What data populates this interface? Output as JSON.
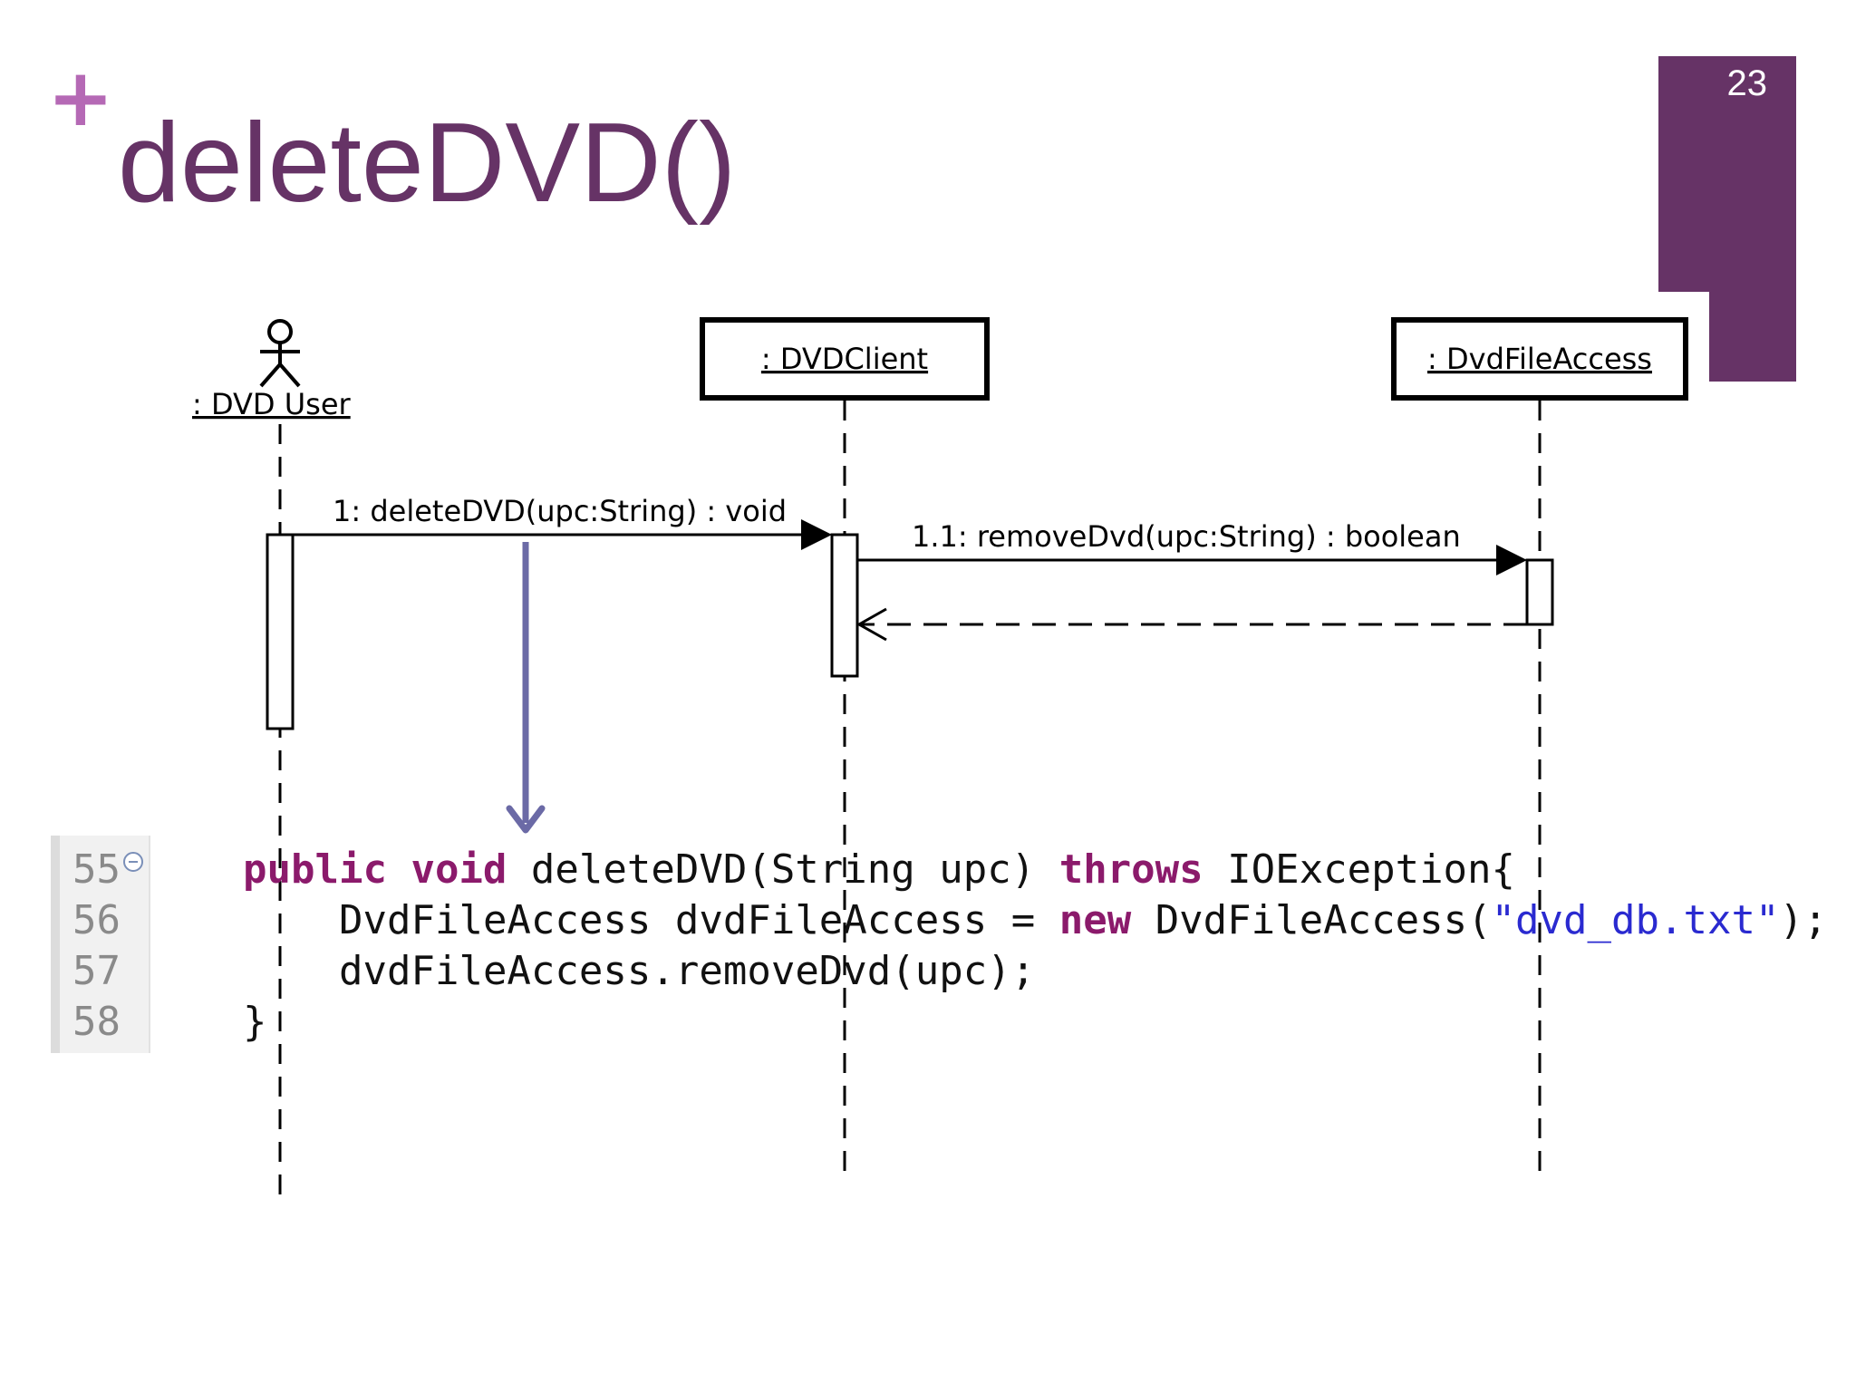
{
  "slide": {
    "plus_symbol": "+",
    "title": "deleteDVD()",
    "page_number": "23"
  },
  "colors": {
    "accent": "#663366",
    "plus": "#b569b5",
    "arrow": "#6b6aa6",
    "keyword": "#8b1a6b",
    "string": "#2a2ad0"
  },
  "diagram": {
    "actor": {
      "label": ": DVD User",
      "icon": "stick-figure-icon"
    },
    "lifelines": [
      {
        "label": ": DVDClient"
      },
      {
        "label": ": DvdFileAccess"
      }
    ],
    "messages": [
      {
        "label": "1: deleteDVD(upc:String) : void",
        "kind": "synchronous"
      },
      {
        "label": "1.1: removeDvd(upc:String) : boolean",
        "kind": "synchronous"
      },
      {
        "label": "",
        "kind": "return"
      }
    ]
  },
  "code": {
    "lines": [
      {
        "number": "55",
        "tokens": [
          {
            "t": "public",
            "k": "kw"
          },
          {
            "t": " ",
            "k": ""
          },
          {
            "t": "void",
            "k": "kw"
          },
          {
            "t": " deleteDVD(String upc) ",
            "k": ""
          },
          {
            "t": "throws",
            "k": "kw"
          },
          {
            "t": " IOException{",
            "k": ""
          }
        ]
      },
      {
        "number": "56",
        "tokens": [
          {
            "t": "DvdFileAccess dvdFileAccess = ",
            "k": ""
          },
          {
            "t": "new",
            "k": "kw"
          },
          {
            "t": " DvdFileAccess(",
            "k": ""
          },
          {
            "t": "\"dvd_db.txt\"",
            "k": "str"
          },
          {
            "t": ");",
            "k": ""
          }
        ]
      },
      {
        "number": "57",
        "tokens": [
          {
            "t": "dvdFileAccess.removeDvd(upc);",
            "k": ""
          }
        ]
      },
      {
        "number": "58",
        "tokens": [
          {
            "t": "}",
            "k": ""
          }
        ]
      }
    ]
  }
}
